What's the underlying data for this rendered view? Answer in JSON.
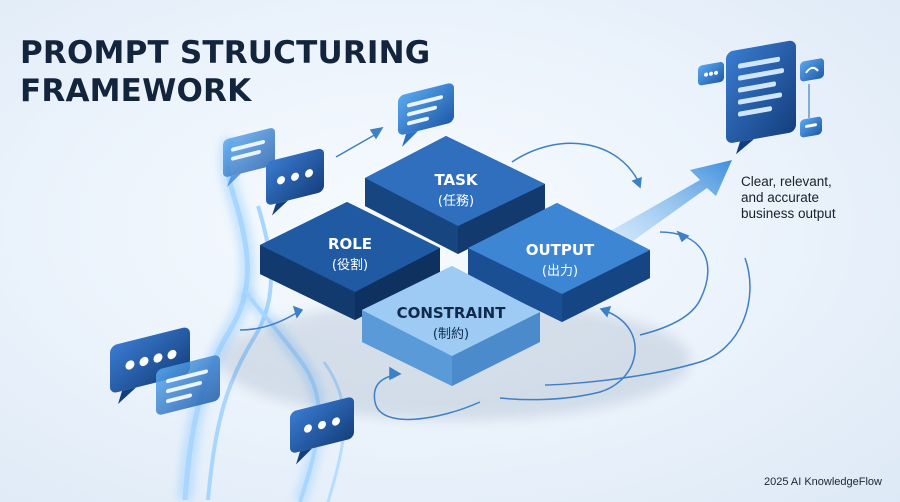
{
  "title": {
    "line1": "PROMPT STRUCTURING",
    "line2": "FRAMEWORK"
  },
  "blocks": {
    "task": {
      "label": "TASK",
      "sub": "(任務)"
    },
    "role": {
      "label": "ROLE",
      "sub": "(役割)"
    },
    "output": {
      "label": "OUTPUT",
      "sub": "(出力)"
    },
    "constraint": {
      "label": "CONSTRAINT",
      "sub": "(制約)"
    }
  },
  "caption": {
    "line1": "Clear, relevant,",
    "line2": "and accurate",
    "line3": "business output"
  },
  "footer": {
    "text": "2025 AI KnowledgeFlow"
  },
  "colors": {
    "title": "#13243d",
    "block_dark": "#1f5aa3",
    "block_mid": "#2d6fbf",
    "block_light": "#8fc2ef",
    "flow_line": "#3f7fc4",
    "glow": "#7cc0ff"
  },
  "icons": [
    "chat-bubble-icon",
    "typing-bubble-icon",
    "document-icon",
    "flow-arrow-icon"
  ]
}
